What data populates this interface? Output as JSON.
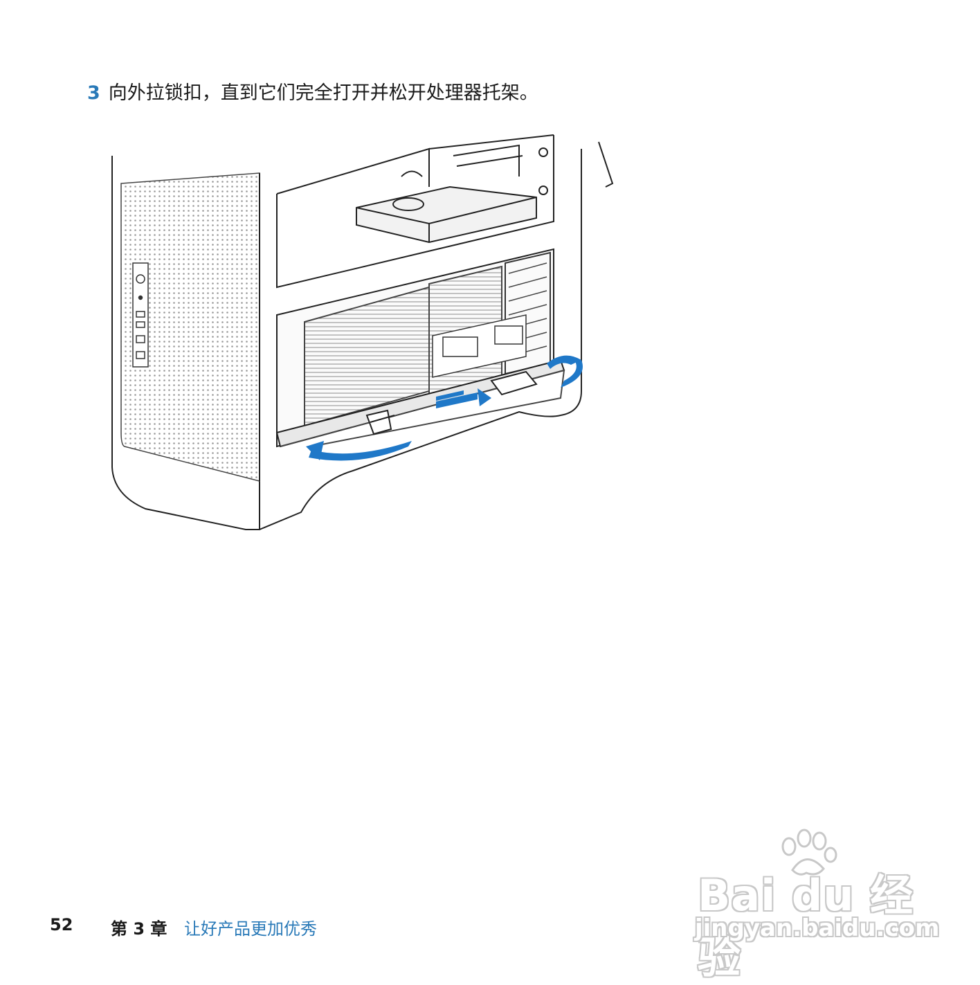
{
  "step": {
    "number": "3",
    "text": "向外拉锁扣，直到它们完全打开并松开处理器托架。"
  },
  "footer": {
    "page_number": "52",
    "chapter": "第 3 章",
    "chapter_title": "让好产品更加优秀"
  },
  "watermark": {
    "logo": "Bai du 经验",
    "url": "jingyan.baidu.com"
  },
  "colors": {
    "accent_blue": "#2a7ab8",
    "arrow_blue": "#1f78c8",
    "text": "#1a1a1a"
  }
}
